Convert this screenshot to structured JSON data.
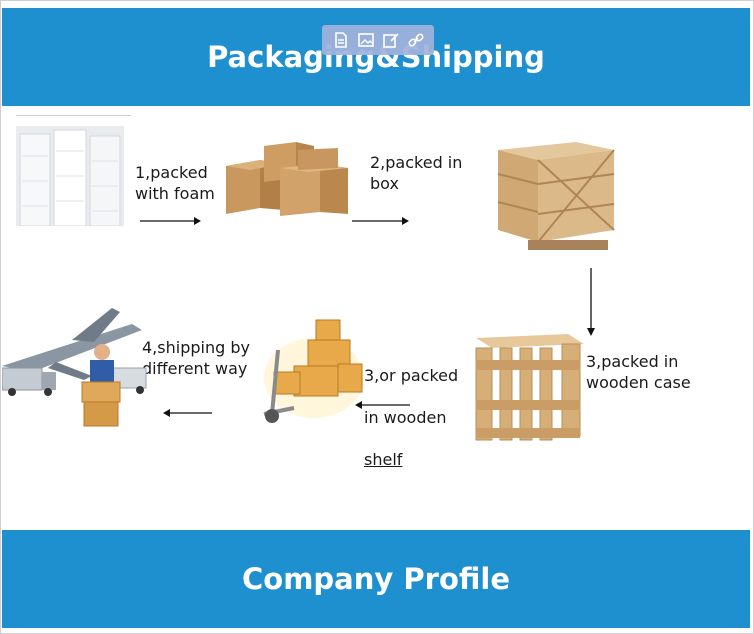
{
  "header": {
    "title": "Packaging&Shipping"
  },
  "toolbar": {
    "buttons": [
      {
        "icon": "document-icon"
      },
      {
        "icon": "image-edit-icon"
      },
      {
        "icon": "edit-icon"
      },
      {
        "icon": "link-icon"
      }
    ]
  },
  "process": {
    "step1": "1,packed\nwith foam",
    "step2": "2,packed in\nbox",
    "step3_case": "3,packed in\nwooden case",
    "step3_shelf_line1": "3,or packed",
    "step3_shelf_line2": "in wooden",
    "step3_shelf_line3": "shelf",
    "step4": "4,shipping by\ndifferent way"
  },
  "footer": {
    "title": "Company Profile"
  },
  "colors": {
    "banner": "#1e8fcf",
    "toolbar": "#a0b2dc"
  }
}
